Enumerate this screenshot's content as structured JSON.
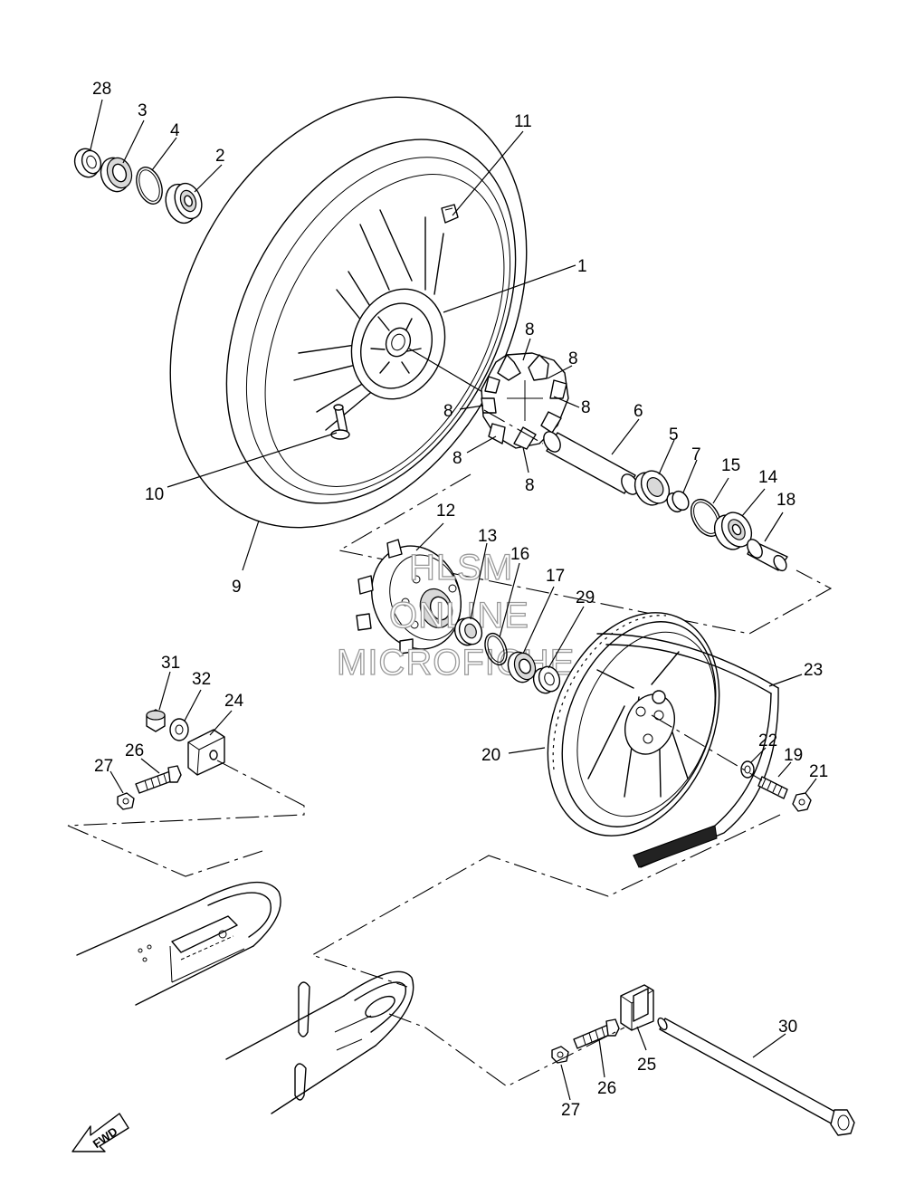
{
  "watermark": {
    "line1": "HLSM",
    "line2": "ONLINE",
    "line3": "MICROFICHE"
  },
  "direction_label": "FWD",
  "callouts": {
    "c28": "28",
    "c3": "3",
    "c4": "4",
    "c2": "2",
    "c11": "11",
    "c1": "1",
    "c8a": "8",
    "c8b": "8",
    "c8c": "8",
    "c8d": "8",
    "c8e": "8",
    "c8f": "8",
    "c6": "6",
    "c5": "5",
    "c7": "7",
    "c15": "15",
    "c14": "14",
    "c18": "18",
    "c10": "10",
    "c9": "9",
    "c12": "12",
    "c13": "13",
    "c16": "16",
    "c17": "17",
    "c29": "29",
    "c23": "23",
    "c20": "20",
    "c22": "22",
    "c19": "19",
    "c21": "21",
    "c31": "31",
    "c32": "32",
    "c24": "24",
    "c26a": "26",
    "c27a": "27",
    "c30": "30",
    "c25": "25",
    "c26b": "26",
    "c27b": "27"
  },
  "icons": [
    "fwd-arrow-icon"
  ]
}
